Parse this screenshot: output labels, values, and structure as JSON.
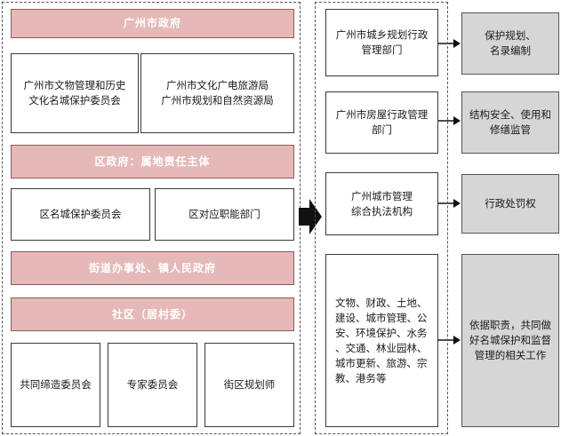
{
  "left_panel": {
    "city_gov": "广州市政府",
    "city_committee": "广州市文物管理和历史\n文化名城保护委员会",
    "city_bureaus": "广州市文化广电旅游局\n广州市规划和自然资源局",
    "district_gov": "区政府：属地责任主体",
    "district_committee": "区名城保护委员会",
    "district_depts": "区对应职能部门",
    "street_office": "街道办事处、镇人民政府",
    "community": "社区（居村委）",
    "co_build_committee": "共同缔造委员会",
    "expert_committee": "专家委员会",
    "block_planner": "街区规划师"
  },
  "right_panel": {
    "rows": [
      {
        "dept": "广州市城乡规划行政\n管理部门",
        "duty": "保护规划、\n名录编制"
      },
      {
        "dept": "广州市房屋行政管理\n部门",
        "duty": "结构安全、使用和\n修缮监管"
      },
      {
        "dept": "广州城市管理\n综合执法机构",
        "duty": "行政处罚权"
      },
      {
        "dept": "文物、财政、土地、\n建设、城市管理、公\n安、环境保护、水务\n、交通、林业园林、\n城市更新、旅游、宗\n教、港务等",
        "duty": "依据职责，共同做\n好名城保护和监督\n管理的相关工作"
      }
    ]
  }
}
